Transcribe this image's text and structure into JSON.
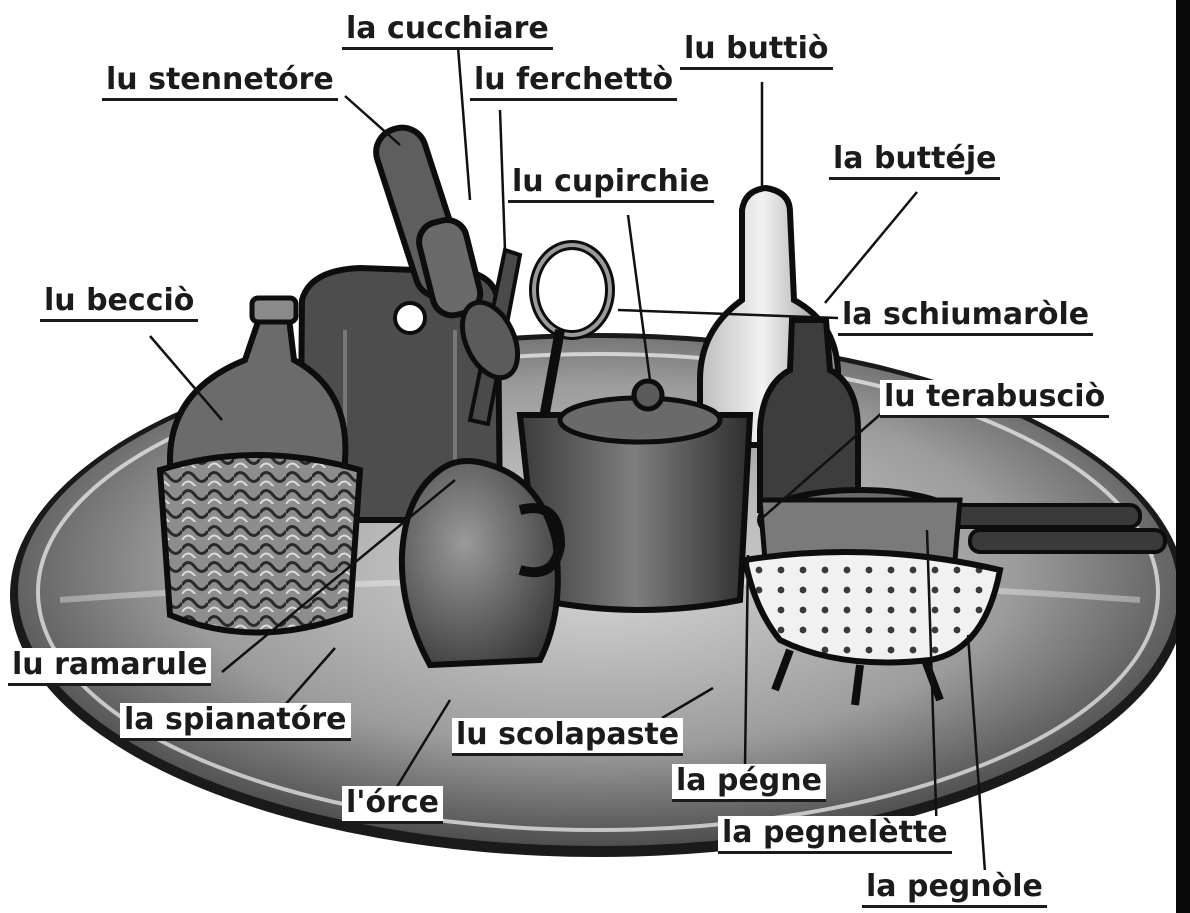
{
  "labels": {
    "stennetore": "lu stennetóre",
    "cucchiare": "la cucchiare",
    "ferchetto": "lu ferchettò",
    "buttio": "lu buttiò",
    "butteje": "la buttéje",
    "cupirchie": "lu cupirchie",
    "beccio": "lu becciò",
    "schiumarole": "la schiumaròle",
    "terabuscio": "lu terabusciò",
    "ramarule": "lu ramarule",
    "spianatore": "la spianatóre",
    "scolapaste": "lu scolapaste",
    "pegne": "la pégne",
    "orce": "l'órce",
    "pegnelette": "la pegnelètte",
    "pegnole": "la pegnòle"
  }
}
